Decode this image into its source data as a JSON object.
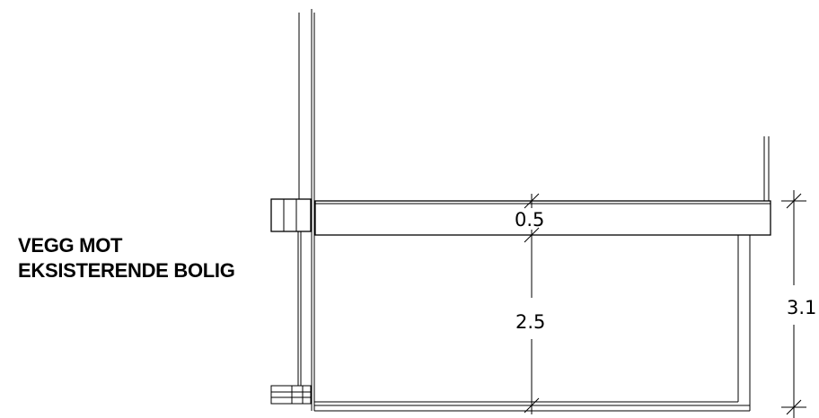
{
  "label": {
    "line1": "VEGG MOT",
    "line2": "EKSISTERENDE BOLIG"
  },
  "dimensions": {
    "slab": "0.5",
    "wall_height": "2.5",
    "total_height": "3.1"
  }
}
